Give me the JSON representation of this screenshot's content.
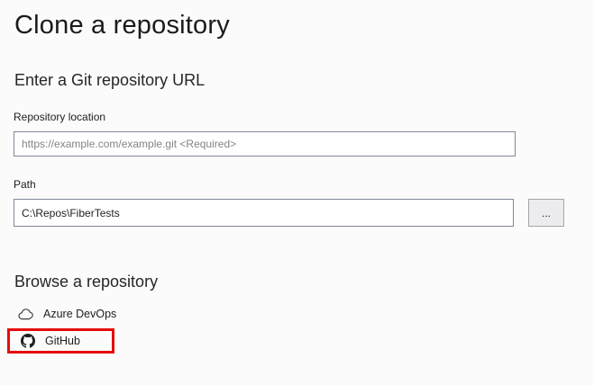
{
  "page": {
    "title": "Clone a repository"
  },
  "url_section": {
    "heading": "Enter a Git repository URL",
    "repository_location": {
      "label": "Repository location",
      "value": "",
      "placeholder": "https://example.com/example.git <Required>"
    },
    "path": {
      "label": "Path",
      "value": "C:\\Repos\\FiberTests"
    },
    "browse_path_button_label": "..."
  },
  "browse_section": {
    "heading": "Browse a repository",
    "items": [
      {
        "label": "Azure DevOps",
        "icon": "azure-devops-cloud-icon",
        "highlighted": false
      },
      {
        "label": "GitHub",
        "icon": "github-octocat-icon",
        "highlighted": true
      }
    ]
  },
  "annotation": {
    "type": "red-highlight-rectangle",
    "target": "GitHub"
  },
  "colors": {
    "background": "#fbfbfb",
    "text": "#1e1e1e",
    "input_border": "#7f8898",
    "placeholder_text": "#848484",
    "button_background": "#ececef",
    "button_border": "#a5a5a5",
    "highlight_red": "#e60c0c",
    "icon_dark": "#1b1f23"
  }
}
